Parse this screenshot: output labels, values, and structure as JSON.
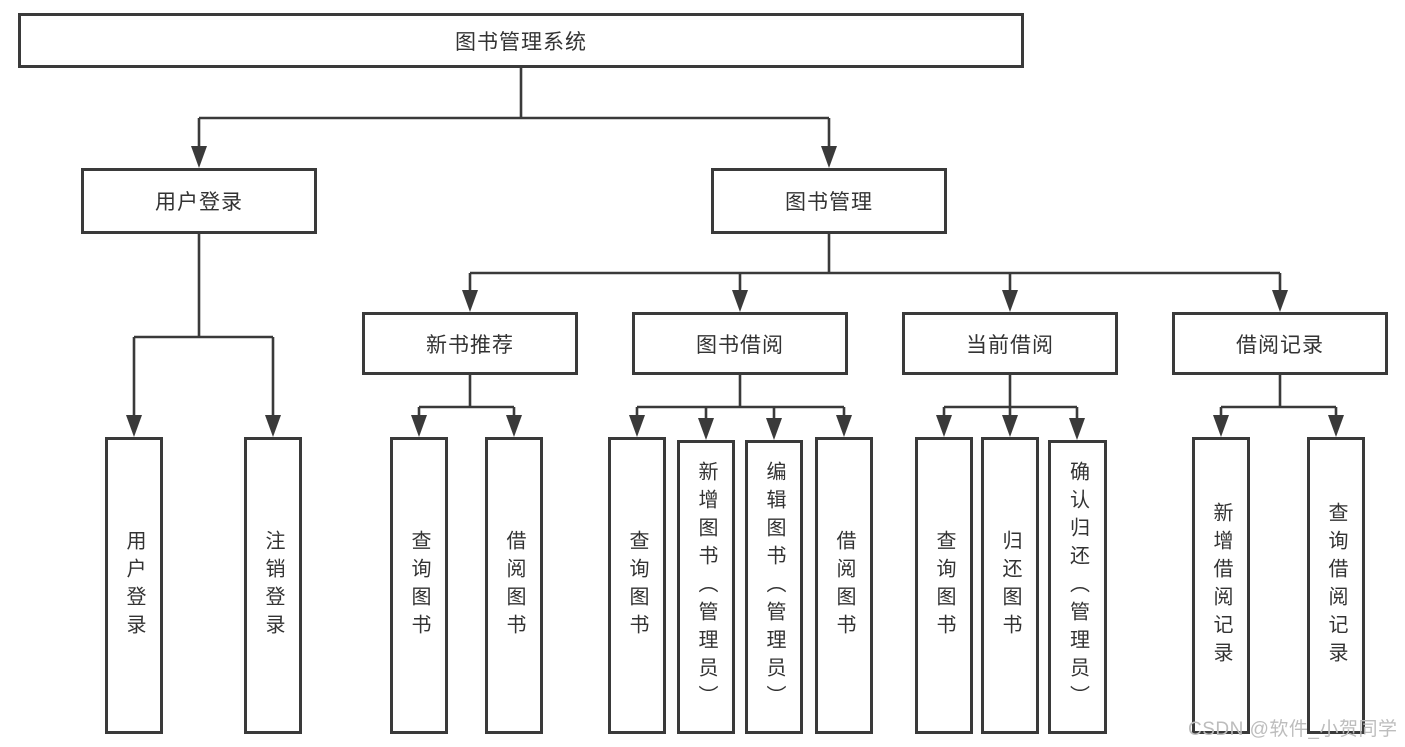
{
  "diagram": {
    "root": {
      "label": "图书管理系统"
    },
    "branches": [
      {
        "label": "用户登录",
        "children": [
          {
            "label": "用户登录"
          },
          {
            "label": "注销登录"
          }
        ]
      },
      {
        "label": "图书管理",
        "children": [
          {
            "label": "新书推荐",
            "children": [
              {
                "label": "查询图书"
              },
              {
                "label": "借阅图书"
              }
            ]
          },
          {
            "label": "图书借阅",
            "children": [
              {
                "label": "查询图书"
              },
              {
                "label": "新增图书（管理员）"
              },
              {
                "label": "编辑图书（管理员）"
              },
              {
                "label": "借阅图书"
              }
            ]
          },
          {
            "label": "当前借阅",
            "children": [
              {
                "label": "查询图书"
              },
              {
                "label": "归还图书"
              },
              {
                "label": "确认归还（管理员）"
              }
            ]
          },
          {
            "label": "借阅记录",
            "children": [
              {
                "label": "新增借阅记录"
              },
              {
                "label": "查询借阅记录"
              }
            ]
          }
        ]
      }
    ],
    "colors": {
      "line": "#3a3a3a",
      "text": "#333333",
      "background": "#ffffff",
      "watermark_text": "#bdbdbd"
    }
  },
  "watermark": {
    "label": "CSDN @软件_小贺同学"
  }
}
